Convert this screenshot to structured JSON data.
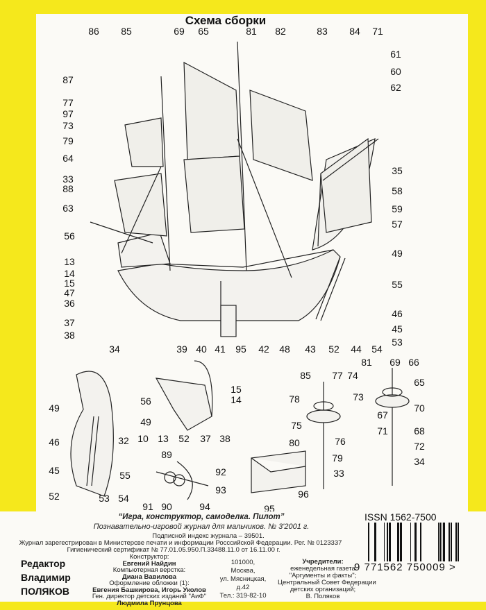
{
  "title": "Схема сборки",
  "diagram_labels": {
    "main": [
      "86",
      "85",
      "69",
      "65",
      "81",
      "82",
      "83",
      "84",
      "71",
      "61",
      "60",
      "62",
      "87",
      "77",
      "97",
      "73",
      "79",
      "64",
      "33",
      "88",
      "63",
      "56",
      "13",
      "14",
      "15",
      "47",
      "36",
      "37",
      "38",
      "35",
      "58",
      "59",
      "57",
      "49",
      "55",
      "46",
      "45",
      "53",
      "54",
      "44",
      "52",
      "43",
      "48",
      "42",
      "95",
      "41",
      "40",
      "39",
      "34"
    ],
    "stern_detail": [
      "49",
      "46",
      "45",
      "52",
      "53",
      "54",
      "55",
      "32"
    ],
    "bow_detail": [
      "56",
      "49",
      "10",
      "13",
      "52",
      "37",
      "38",
      "15",
      "14"
    ],
    "anchor_detail": [
      "89",
      "92",
      "93",
      "91",
      "90",
      "94"
    ],
    "box_detail": [
      "96",
      "95"
    ],
    "foremast_top_detail": [
      "85",
      "77",
      "74",
      "78",
      "73",
      "75",
      "80",
      "76",
      "79",
      "33"
    ],
    "mainmast_top_detail": [
      "81",
      "69",
      "66",
      "65",
      "70",
      "67",
      "68",
      "71",
      "72",
      "34"
    ]
  },
  "imprint": {
    "magazine_title": "“Игра, конструктор, самоделка. Пилот”",
    "subtitle": "Познавательно-игровой журнал для мальчиков. № 3'2001 г.",
    "index": "Подписной индекс журнала – 39501.",
    "registration": "Журнал зарегестрирован в Министерсве печати и информации Росссийской Федерации. Рег. № 0123337",
    "certificate": "Гигиенический сертификат № 77.01.05.950.П.33488.11.0 от 16.11.00 г.",
    "editor_label": "Редактор",
    "editor_first": "Владимир",
    "editor_last": "ПОЛЯКОВ",
    "credits": [
      "Конструктор:",
      "Евгений Найдин",
      "Компьютерная верстка:",
      "Диана Вавилова",
      "Оформление обложки (1):",
      "Евгения Башкирова, Игорь Уколов",
      "Ген. директор детских изданий \"АиФ\"",
      "Людмила Прунцова"
    ],
    "address": [
      "101000,",
      "Москва,",
      "ул. Мясницкая,",
      "д.42",
      "Тел.: 319-82-10"
    ],
    "founders": [
      "Учредители:",
      "еженедельная газета",
      "\"Аргументы и факты\";",
      "Центральный Совет Федерации",
      "детских организаций;",
      "В. Поляков"
    ],
    "issn": "ISSN 1562-7500",
    "barcode_number": "9 771562 750009 >"
  }
}
